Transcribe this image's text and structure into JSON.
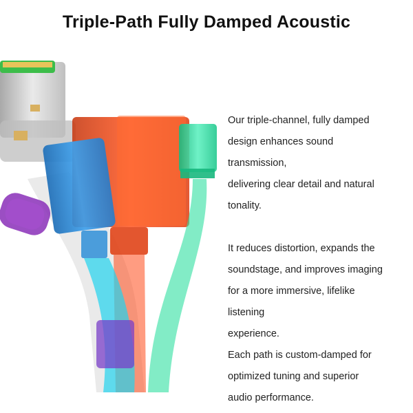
{
  "title": "Triple-Path Fully Damped Acoustic",
  "description": {
    "paragraph_1": [
      "Our triple-channel, fully damped",
      "design enhances sound",
      "transmission,",
      "delivering clear detail and natural",
      "tonality."
    ],
    "paragraph_2": [
      "It reduces distortion, expands the",
      "soundstage, and improves imaging",
      "for a more immersive, lifelike",
      "listening",
      "experience.",
      "Each path is custom-damped for",
      "optimized tuning and superior",
      "audio performance."
    ]
  },
  "colors": {
    "path_blue": "#2f8fd8",
    "path_cyan": "#22d3ee",
    "path_orange": "#ff4a1a",
    "path_green": "#2fe0a0",
    "path_purple": "#8a2fb8",
    "driver_green": "#3dbd4a",
    "shell_gray": "#c8c8c8"
  }
}
